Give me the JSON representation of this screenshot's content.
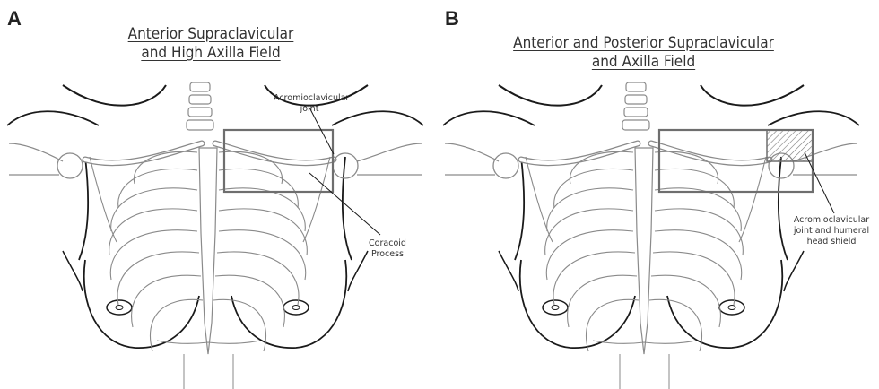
{
  "panels": [
    {
      "letter": "A",
      "title_line1": "Anterior Supraclavicular",
      "title_line2": "and High Axilla Field",
      "annotations": {
        "acromio_line1": "Acromioclavicular",
        "acromio_line2": "joint",
        "coracoid_line1": "Coracoid",
        "coracoid_line2": "Process"
      }
    },
    {
      "letter": "B",
      "title_line1": "Anterior and Posterior Supraclavicular",
      "title_line2": "and Axilla Field",
      "annotations": {
        "shield_line1": "Acromioclavicular",
        "shield_line2": "joint and humeral",
        "shield_line3": "head shield"
      }
    }
  ],
  "colors": {
    "outline": "#1a1a1a",
    "bone": "#8a8a8a",
    "field_box": "#6e6e6e",
    "shield_hatch": "#7a7a7a"
  }
}
